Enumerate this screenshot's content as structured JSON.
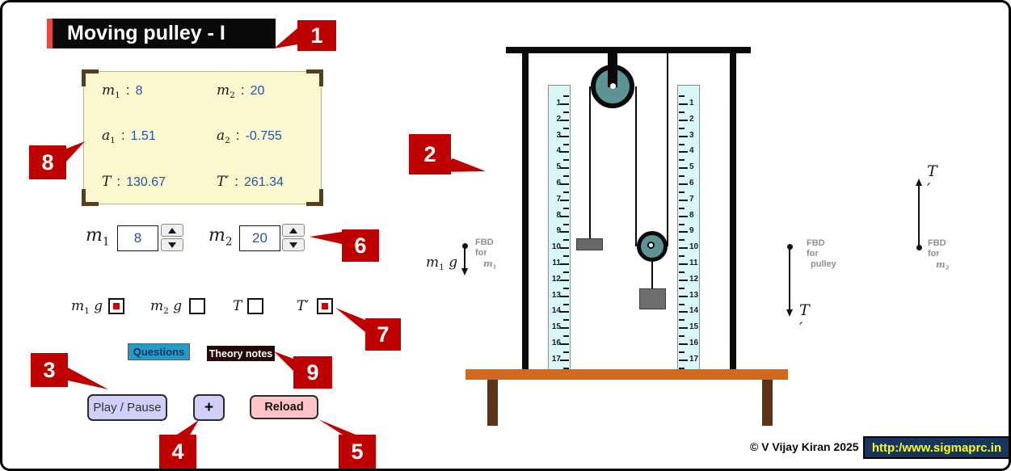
{
  "title": {
    "text": "Moving pulley - I"
  },
  "callouts": {
    "c1": "1",
    "c2": "2",
    "c3": "3",
    "c4": "4",
    "c5": "5",
    "c6": "6",
    "c7": "7",
    "c8": "8",
    "c9": "9"
  },
  "info_box": {
    "rows": [
      {
        "left": {
          "base": "m",
          "sub": "1",
          "prime": "",
          "value": "8"
        },
        "right": {
          "base": "m",
          "sub": "2",
          "prime": "",
          "value": "20"
        }
      },
      {
        "left": {
          "base": "a",
          "sub": "1",
          "prime": "",
          "value": "1.51"
        },
        "right": {
          "base": "a",
          "sub": "2",
          "prime": "",
          "value": "-0.755"
        }
      },
      {
        "left": {
          "base": "T",
          "sub": "",
          "prime": "",
          "value": "130.67"
        },
        "right": {
          "base": "T",
          "sub": "",
          "prime": "′",
          "value": "261.34"
        }
      }
    ]
  },
  "spinners": [
    {
      "base": "m",
      "sub": "1",
      "value": "8"
    },
    {
      "base": "m",
      "sub": "2",
      "value": "20"
    }
  ],
  "checkboxes": [
    {
      "base": "m",
      "sub": "1",
      "suffix": "g",
      "prime": "",
      "checked": true
    },
    {
      "base": "m",
      "sub": "2",
      "suffix": "g",
      "prime": "",
      "checked": false
    },
    {
      "base": "T",
      "sub": "",
      "suffix": "",
      "prime": "",
      "checked": false
    },
    {
      "base": "T",
      "sub": "",
      "suffix": "",
      "prime": "′",
      "checked": true
    }
  ],
  "buttons": {
    "questions": "Questions",
    "theory_notes": "Theory notes",
    "play_pause": "Play / Pause",
    "plus": "+",
    "reload": "Reload"
  },
  "apparatus": {
    "ruler": {
      "min": 1,
      "max": 17
    }
  },
  "fbd_m1": {
    "caption1": "FBD for",
    "cap_base": "m",
    "cap_sub": "1",
    "force_base": "m",
    "force_sub": "1",
    "force_suffix": "g"
  },
  "fbd_pulley": {
    "caption1": "FBD for",
    "caption2": "pulley",
    "force": "T ′"
  },
  "fbd_m2": {
    "caption1": "FBD for",
    "cap_base": "m",
    "cap_sub": "2",
    "force": "T ′"
  },
  "footer": {
    "copyright": "©  V Vijay Kiran 2025",
    "url": "http:/www.sigmaprc.in"
  },
  "colors": {
    "callout_red": "#BE0000",
    "accent_blue": "#2056A8",
    "pulley_teal": "#5E9393",
    "checkbox_red": "#CC0000",
    "table_orange": "#D2691E",
    "table_leg": "#5C3317",
    "url_bg": "#17365D",
    "url_text": "#FFFF00"
  }
}
